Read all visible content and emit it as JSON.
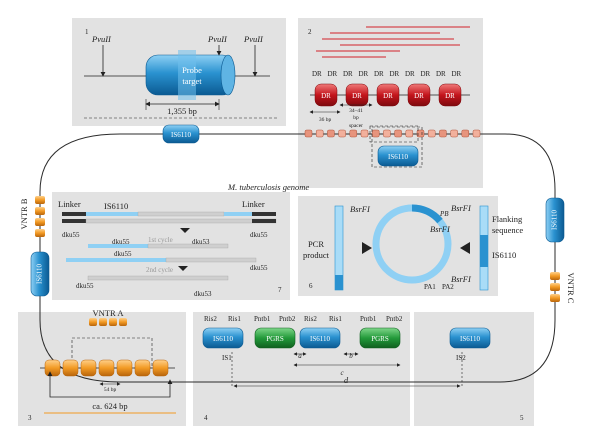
{
  "panel_numbers": [
    "1",
    "2",
    "3",
    "4",
    "5",
    "6",
    "7"
  ],
  "panel1": {
    "enzyme": "PvuII",
    "probe_target": [
      "Probe",
      "target"
    ],
    "size": "1,355 bp",
    "element": "IS6110"
  },
  "panel2": {
    "dr_labels": [
      "DR",
      "DR",
      "DR",
      "DR",
      "DR",
      "DR",
      "DR",
      "DR",
      "DR",
      "DR"
    ],
    "dr_boxes": [
      "DR",
      "DR",
      "DR",
      "DR",
      "DR"
    ],
    "dr_len": "36 bp",
    "spacer_len": [
      "34–41",
      "bp"
    ],
    "spacer": "spacer",
    "element": "IS6110"
  },
  "genome": {
    "title": "M. tuberculosis genome",
    "vntr_b": "VNTR B",
    "vntr_c": "VNTR C",
    "is_top": "IS6110",
    "is_right": "IS6110",
    "is_left": "IS6110"
  },
  "panel7": {
    "linker_left": "Linker",
    "linker_right": "Linker",
    "element": "IS6110",
    "cycle1": "1st cycle",
    "cycle2": "2nd cycle",
    "primers": [
      "dku55",
      "dku55",
      "dku53",
      "dku55",
      "dku55",
      "dku55",
      "dku55",
      "dku53"
    ]
  },
  "panel6": {
    "pcr_product": [
      "PCR",
      "product"
    ],
    "enzyme": "BsrFI",
    "flanking": [
      "Flanking",
      "sequence"
    ],
    "element": "IS6110",
    "primers": [
      "PB",
      "PA1",
      "PA2"
    ]
  },
  "panel3": {
    "title": "VNTR A",
    "unit": "54 bp",
    "size": "ca. 624 bp"
  },
  "panel4": {
    "primers_top": [
      "Ris2",
      "Ris1",
      "Pntb1",
      "Pntb2",
      "Ris2",
      "Ris1",
      "Pntb1",
      "Pntb2"
    ],
    "elements": [
      "IS6110",
      "PGRS",
      "IS6110",
      "PGRS",
      "IS6110"
    ],
    "is1": "IS1",
    "is2": "IS2",
    "distances": [
      "a",
      "b",
      "c",
      "d"
    ]
  },
  "colors": {
    "panel_bg": "#e2e2e2",
    "is_blue": "#1f86c6",
    "dr_red": "#c4151c",
    "pgrs_green": "#239a3a",
    "vntr_orange": "#f29a24",
    "spacer_salmon": "#e7947d"
  }
}
